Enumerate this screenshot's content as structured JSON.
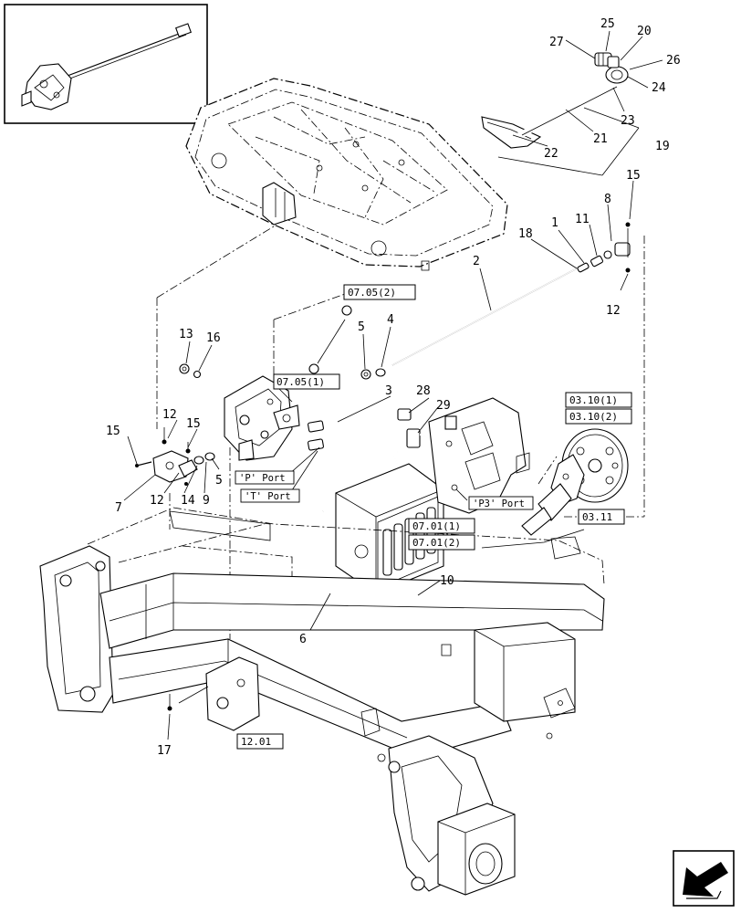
{
  "callouts": {
    "c1": "1",
    "c2": "2",
    "c3": "3",
    "c4": "4",
    "c5a": "5",
    "c5b": "5",
    "c6": "6",
    "c7": "7",
    "c8": "8",
    "c9": "9",
    "c10": "10",
    "c11": "11",
    "c12a": "12",
    "c12b": "12",
    "c12c": "12",
    "c13": "13",
    "c14": "14",
    "c15a": "15",
    "c15b": "15",
    "c15c": "15",
    "c16": "16",
    "c17": "17",
    "c18": "18",
    "c19": "19",
    "c20": "20",
    "c21": "21",
    "c22": "22",
    "c23": "23",
    "c24": "24",
    "c25": "25",
    "c26": "26",
    "c27": "27",
    "c28": "28",
    "c29": "29"
  },
  "references": {
    "r1": "07.05(2)",
    "r2": "07.05(1)",
    "r3": "03.10(1)",
    "r4": "03.10(2)",
    "r5": "03.11",
    "r6": "07.01(1)",
    "r7": "07.01(2)",
    "r8": "12.01"
  },
  "ports": {
    "p": "'P' Port",
    "t": "'T' Port",
    "p3": "'P3' Port"
  },
  "icons": {
    "nav": "next-page-arrow-icon"
  }
}
